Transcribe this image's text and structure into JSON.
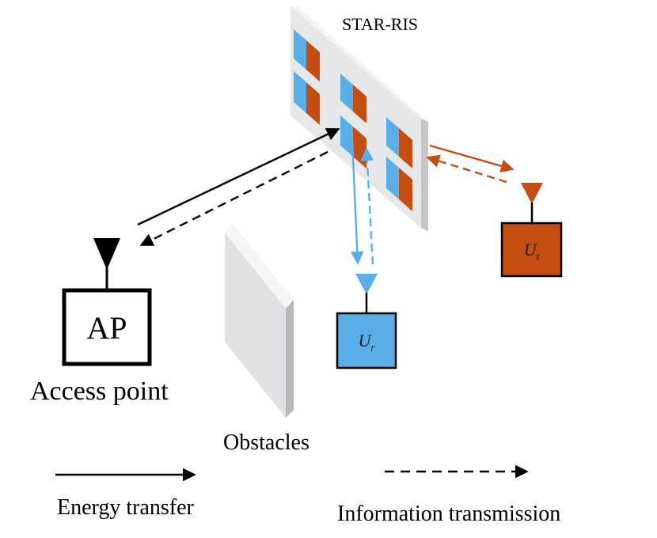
{
  "diagram": {
    "ris_label": "STAR-RIS",
    "ap": {
      "box_text": "AP",
      "caption": "Access point"
    },
    "obstacle_label": "Obstacles",
    "user_reflect": {
      "symbol": "U",
      "subscript": "r"
    },
    "user_transmit": {
      "symbol": "U",
      "subscript": "t"
    },
    "legend": {
      "energy": "Energy transfer",
      "info": "Information transmission"
    },
    "colors": {
      "reflect_blue": "#5aaee8",
      "transmit_orange": "#c44e12",
      "line_black": "#000000",
      "panel_gray": "#e6e7e8"
    }
  }
}
